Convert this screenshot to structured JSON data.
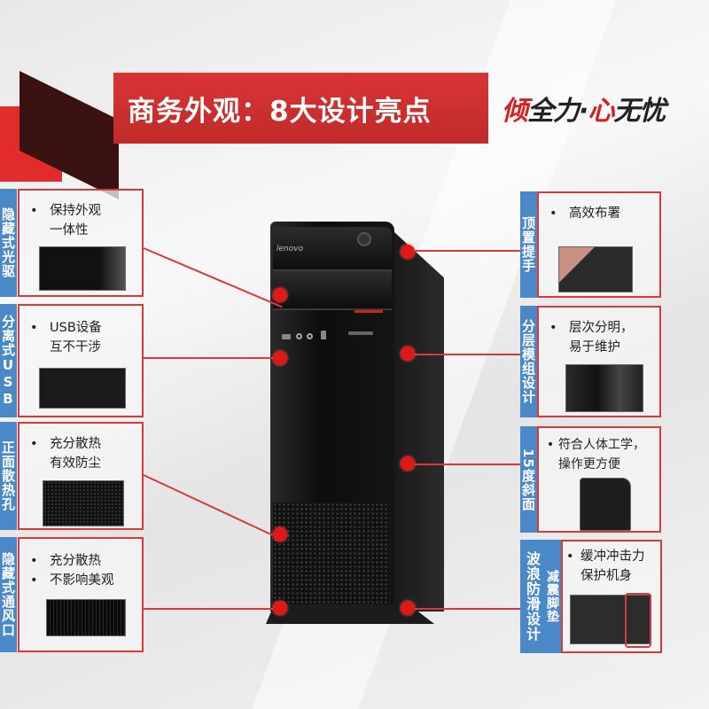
{
  "header": {
    "title": "商务外观：8大设计亮点",
    "slogan_parts": [
      "倾",
      "全力·",
      "心",
      "无忧"
    ]
  },
  "product": {
    "brand_logo": "lenovo",
    "type": "desktop tower"
  },
  "features_left": [
    {
      "label": "隐藏式光驱",
      "bullets": [
        "保持外观一体性"
      ],
      "bullet_lines": [
        "保持外观",
        "一体性"
      ],
      "thumb": "optical-drive-bay"
    },
    {
      "label": "分离式USB",
      "bullets": [
        "USB设备互不干涉"
      ],
      "bullet_lines": [
        "USB设备",
        "互不干涉"
      ],
      "thumb": "usb-ports"
    },
    {
      "label": "正面散热孔",
      "bullets": [
        "充分散热有效防尘"
      ],
      "bullet_lines": [
        "充分散热",
        "有效防尘"
      ],
      "thumb": "front-vent-mesh"
    },
    {
      "label": "隐藏式通风口",
      "bullets": [
        "充分散热",
        "不影响美观"
      ],
      "bullet_lines": [
        "充分散热",
        "不影响美观"
      ],
      "thumb": "rear-vent-grille"
    }
  ],
  "features_right": [
    {
      "label": "顶置提手",
      "bullets": [
        "高效布署"
      ],
      "bullet_lines": [
        "高效布署"
      ],
      "thumb": "top-handle"
    },
    {
      "label": "分层模组设计",
      "bullets": [
        "层次分明，易于维护"
      ],
      "bullet_lines": [
        "层次分明，",
        "易于维护"
      ],
      "thumb": "modular-interior"
    },
    {
      "label": "15度斜面",
      "bullets": [
        "符合人体工学，操作更方便"
      ],
      "bullet_lines": [
        "符合人体工学，",
        "操作更方便"
      ],
      "thumb": "slanted-face"
    },
    {
      "label": "波浪防滑设计",
      "sublabel": "减震脚垫",
      "bullets": [
        "缓冲冲击力保护机身"
      ],
      "bullet_lines": [
        "缓冲冲击力",
        "保护机身"
      ],
      "thumb": "rubber-foot-pad"
    }
  ],
  "colors": {
    "accent_red": "#d83a3a",
    "label_blue": "#4a88c8",
    "banner_red": "#c92e2e",
    "dark_wedge": "#3a1212"
  }
}
